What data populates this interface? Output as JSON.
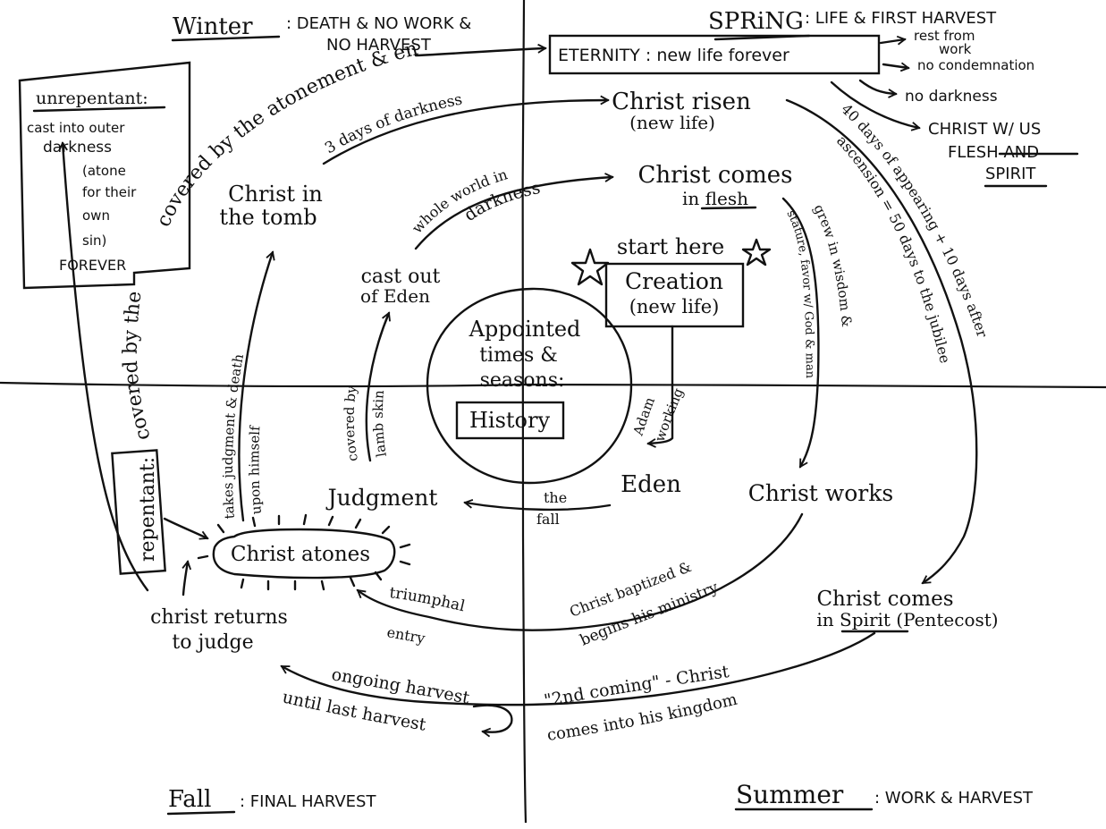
{
  "seasons": {
    "winter_name": "Winter",
    "winter_desc_1": ": DEATH & NO WORK &",
    "winter_desc_2": "NO HARVEST",
    "spring_name": "SPRiNG",
    "spring_desc": ": LIFE & FIRST HARVEST",
    "fall_name": "Fall",
    "fall_desc": ": FINAL HARVEST",
    "summer_name": "Summer",
    "summer_desc": ": WORK & HARVEST"
  },
  "center": {
    "line1": "Appointed",
    "line2": "times &",
    "line3": "seasons:",
    "history": "History"
  },
  "start": {
    "label": "start here",
    "creation_1": "Creation",
    "creation_2": "(new life)"
  },
  "eternity": {
    "label": "ETERNITY : new life forever",
    "b1a": "rest from",
    "b1b": "work",
    "b2": "no condemnation",
    "b3": "no darkness",
    "b4a": "CHRIST W/ US",
    "b4b": "FLESH AND",
    "b4c": "SPIRIT"
  },
  "unrepentant": {
    "title": "unrepentant:",
    "l1": "cast into outer",
    "l2": "darkness",
    "l3": "(atone",
    "l4": "for their",
    "l5": "own",
    "l6": "sin)",
    "l7": "FOREVER"
  },
  "nodes": {
    "eden": "Eden",
    "judgment": "Judgment",
    "cast_out_1": "cast out",
    "cast_out_2": "of Eden",
    "christ_comes_1": "Christ comes",
    "christ_comes_2": "in flesh",
    "christ_works": "Christ works",
    "christ_atones": "Christ atones",
    "christ_tomb_1": "Christ in",
    "christ_tomb_2": "the tomb",
    "christ_risen_1": "Christ risen",
    "christ_risen_2": "(new life)",
    "christ_spirit_1": "Christ comes",
    "christ_spirit_2": "in Spirit (Pentecost)",
    "christ_returns_1": "christ returns",
    "christ_returns_2": "to judge"
  },
  "edges": {
    "adam_working_1": "Adam",
    "adam_working_2": "working",
    "the_fall_1": "the",
    "the_fall_2": "fall",
    "covered_1": "covered by",
    "covered_2": "lamb skin",
    "whole_world_1": "whole world in",
    "whole_world_2": "darkness",
    "grew_1": "grew in wisdom &",
    "grew_2": "stature, favor w/ God & man",
    "baptized_1": "Christ baptized &",
    "baptized_2": "begins his ministry",
    "triumphal_1": "triumphal",
    "triumphal_2": "entry",
    "takes_1": "takes judgment & death",
    "takes_2": "upon himself",
    "three_days": "3 days of darkness",
    "forty_days_1": "40 days of appearing + 10 days after",
    "forty_days_2": "ascension = 50 days to the jubilee",
    "covered_atonement": "covered by the atonement & enter into",
    "repentant": "repentant:",
    "second_coming_1": "\"2nd coming\" - Christ",
    "second_coming_2": "comes into his kingdom",
    "ongoing_1": "ongoing harvest",
    "ongoing_2": "until last harvest"
  }
}
